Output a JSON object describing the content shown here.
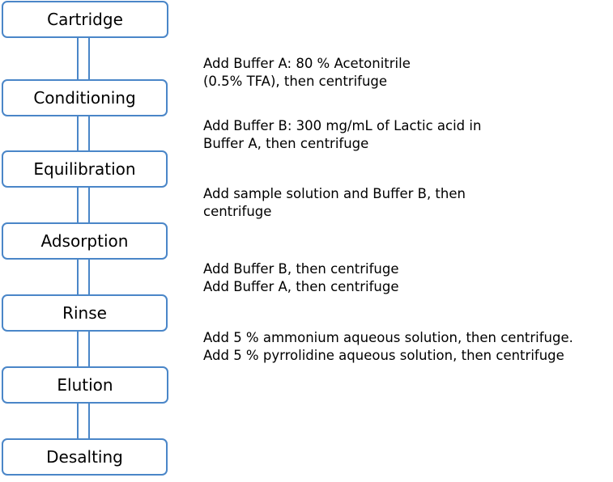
{
  "colors": {
    "box_border": "#4a86c8",
    "text": "#000000",
    "background": "#ffffff"
  },
  "steps": [
    {
      "label": "Cartridge"
    },
    {
      "label": "Conditioning"
    },
    {
      "label": "Equilibration"
    },
    {
      "label": "Adsorption"
    },
    {
      "label": "Rinse"
    },
    {
      "label": "Elution"
    },
    {
      "label": "Desalting"
    }
  ],
  "notes": [
    {
      "lines": [
        "Add Buffer A: 80 % Acetonitrile",
        "(0.5% TFA), then centrifuge"
      ]
    },
    {
      "lines": [
        "Add Buffer B: 300 mg/mL of Lactic acid in",
        "Buffer A, then centrifuge"
      ]
    },
    {
      "lines": [
        "Add sample solution and Buffer B, then",
        "centrifuge"
      ]
    },
    {
      "lines": [
        "Add Buffer B, then centrifuge",
        "Add Buffer A, then centrifuge"
      ]
    },
    {
      "lines": [
        "Add 5 % ammonium aqueous solution, then centrifuge.",
        "Add 5 % pyrrolidine aqueous solution, then centrifuge"
      ]
    }
  ]
}
